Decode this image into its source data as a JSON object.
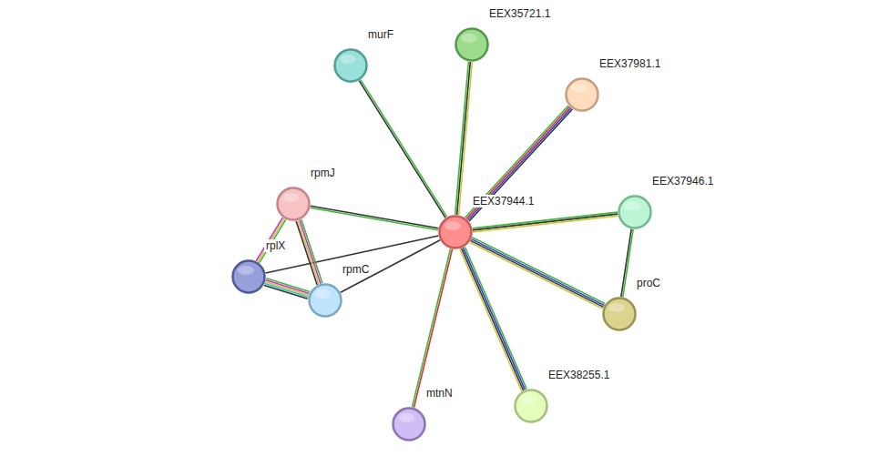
{
  "diagram": {
    "nodes": [
      {
        "text": [
          "murF"
        ]
      },
      {
        "text": [
          "EEX35721.1"
        ]
      },
      {
        "text": [
          "EEX37981.1"
        ]
      },
      {
        "text": [
          "rpmJ"
        ]
      },
      {
        "text": [
          "EEX37944.1"
        ]
      },
      {
        "text": [
          "EEX37946.1"
        ]
      },
      {
        "text": [
          "rplX"
        ]
      },
      {
        "text": [
          "rpmC"
        ]
      },
      {
        "text": [
          "proC"
        ]
      },
      {
        "text": [
          "mtnN"
        ]
      },
      {
        "text": [
          "EEX38255.1"
        ]
      }
    ],
    "edges": [
      {
        "from": 4,
        "to": 0,
        "arrow": "none"
      },
      {
        "from": 4,
        "to": 1,
        "arrow": "none"
      },
      {
        "from": 4,
        "to": 2,
        "arrow": "none"
      },
      {
        "from": 4,
        "to": 3,
        "arrow": "none"
      },
      {
        "from": 4,
        "to": 5,
        "arrow": "none"
      },
      {
        "from": 4,
        "to": 6,
        "arrow": "none"
      },
      {
        "from": 4,
        "to": 7,
        "arrow": "none"
      },
      {
        "from": 4,
        "to": 8,
        "arrow": "none"
      },
      {
        "from": 4,
        "to": 9,
        "arrow": "none"
      },
      {
        "from": 4,
        "to": 10,
        "arrow": "none"
      },
      {
        "from": 3,
        "to": 6,
        "arrow": "none"
      },
      {
        "from": 3,
        "to": 7,
        "arrow": "none"
      },
      {
        "from": 6,
        "to": 7,
        "arrow": "none"
      },
      {
        "from": 5,
        "to": 8,
        "arrow": "none"
      }
    ]
  }
}
